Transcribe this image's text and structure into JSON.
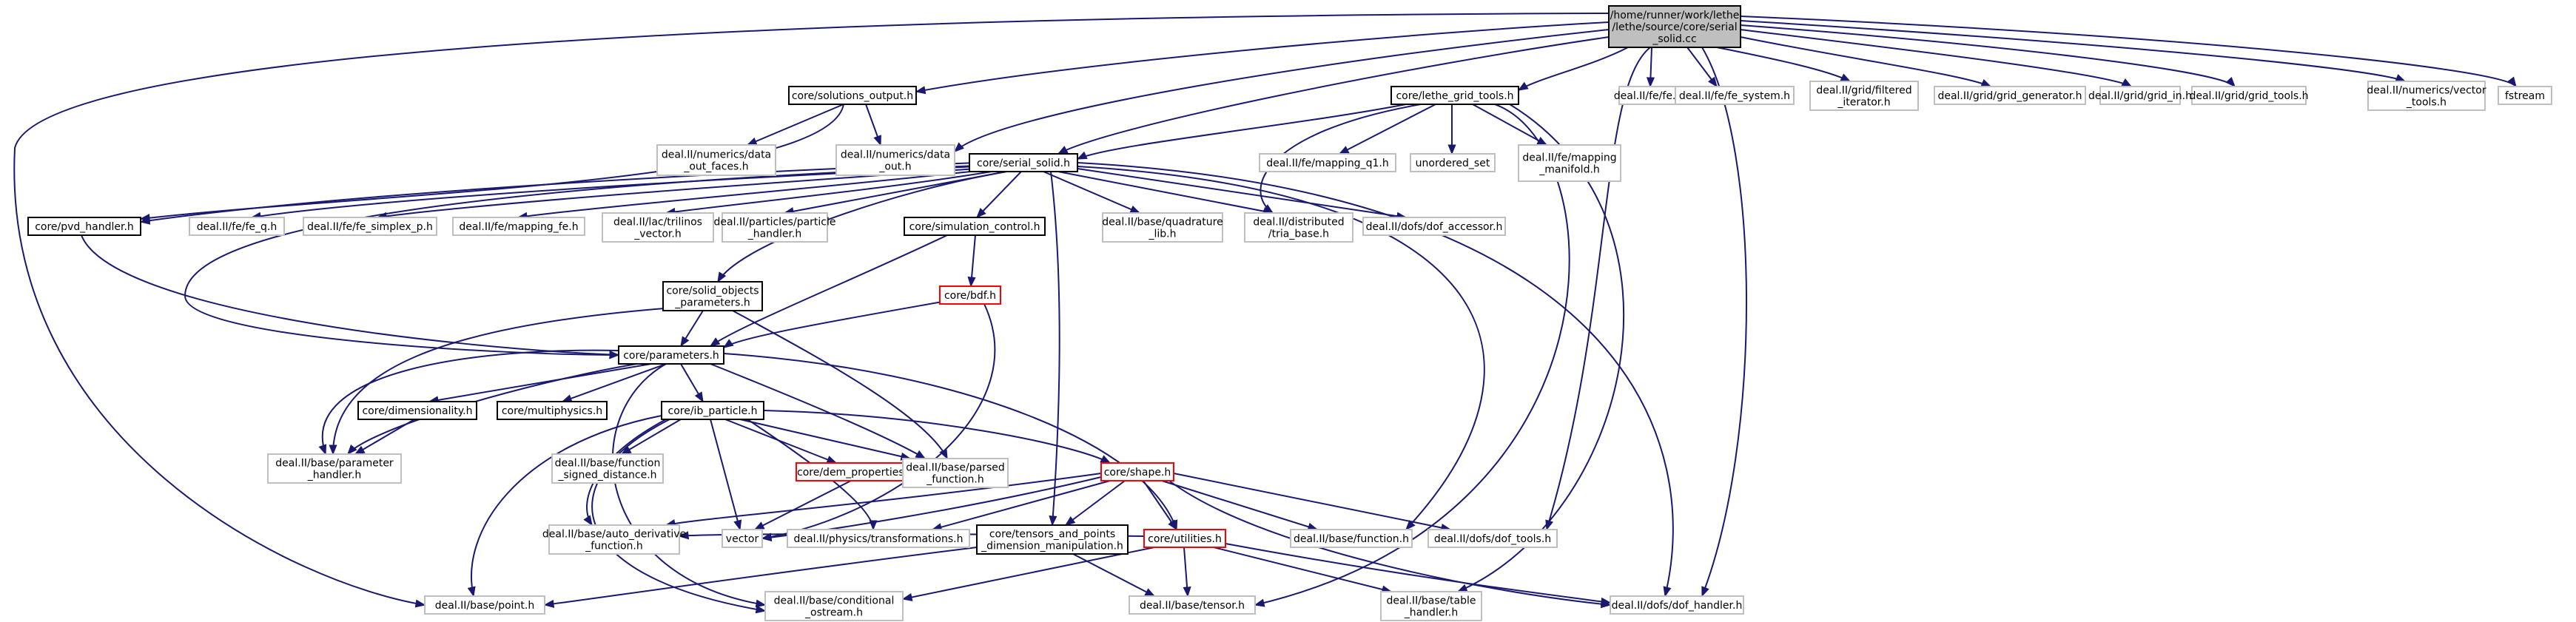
{
  "colors": {
    "edge": "#191970",
    "root_fill": "#bfbfbf",
    "header_border": "#000000",
    "missing_border": "#bfbfbf",
    "red_border": "#ff0000",
    "text": "#000000"
  },
  "nodes": [
    {
      "id": "root",
      "label": "/home/runner/work/lethe\n/lethe/source/core/serial\n_solid.cc",
      "kind": "root"
    },
    {
      "id": "solutions_output",
      "label": "core/solutions_output.h",
      "kind": "header"
    },
    {
      "id": "grid_tools",
      "label": "core/lethe_grid_tools.h",
      "kind": "header"
    },
    {
      "id": "fe_fe",
      "label": "deal.II/fe/fe.h",
      "kind": "missing"
    },
    {
      "id": "fe_system",
      "label": "deal.II/fe/fe_system.h",
      "kind": "missing"
    },
    {
      "id": "filtered_iterator",
      "label": "deal.II/grid/filtered\n_iterator.h",
      "kind": "missing"
    },
    {
      "id": "grid_generator",
      "label": "deal.II/grid/grid_generator.h",
      "kind": "missing"
    },
    {
      "id": "grid_in",
      "label": "deal.II/grid/grid_in.h",
      "kind": "missing"
    },
    {
      "id": "grid_grid_tools",
      "label": "deal.II/grid/grid_tools.h",
      "kind": "missing"
    },
    {
      "id": "vector_tools",
      "label": "deal.II/numerics/vector\n_tools.h",
      "kind": "missing"
    },
    {
      "id": "fstream",
      "label": "fstream",
      "kind": "missing"
    },
    {
      "id": "data_out_faces",
      "label": "deal.II/numerics/data\n_out_faces.h",
      "kind": "missing"
    },
    {
      "id": "data_out",
      "label": "deal.II/numerics/data\n_out.h",
      "kind": "missing"
    },
    {
      "id": "serial_solid",
      "label": "core/serial_solid.h",
      "kind": "header"
    },
    {
      "id": "mapping_q1",
      "label": "deal.II/fe/mapping_q1.h",
      "kind": "missing"
    },
    {
      "id": "unordered_set",
      "label": "unordered_set",
      "kind": "missing"
    },
    {
      "id": "mapping_manifold",
      "label": "deal.II/fe/mapping\n_manifold.h",
      "kind": "missing"
    },
    {
      "id": "pvd_handler",
      "label": "core/pvd_handler.h",
      "kind": "header"
    },
    {
      "id": "fe_q",
      "label": "deal.II/fe/fe_q.h",
      "kind": "missing"
    },
    {
      "id": "fe_simplex",
      "label": "deal.II/fe/fe_simplex_p.h",
      "kind": "missing"
    },
    {
      "id": "mapping_fe",
      "label": "deal.II/fe/mapping_fe.h",
      "kind": "missing"
    },
    {
      "id": "trilinos_vector",
      "label": "deal.II/lac/trilinos\n_vector.h",
      "kind": "missing"
    },
    {
      "id": "particle_handler",
      "label": "deal.II/particles/particle\n_handler.h",
      "kind": "missing"
    },
    {
      "id": "simulation_control",
      "label": "core/simulation_control.h",
      "kind": "header"
    },
    {
      "id": "quadrature_lib",
      "label": "deal.II/base/quadrature\n_lib.h",
      "kind": "missing"
    },
    {
      "id": "tria_base",
      "label": "deal.II/distributed\n/tria_base.h",
      "kind": "missing"
    },
    {
      "id": "dof_accessor",
      "label": "deal.II/dofs/dof_accessor.h",
      "kind": "missing"
    },
    {
      "id": "solid_objects",
      "label": "core/solid_objects\n_parameters.h",
      "kind": "header"
    },
    {
      "id": "bdf",
      "label": "core/bdf.h",
      "kind": "red"
    },
    {
      "id": "parameters",
      "label": "core/parameters.h",
      "kind": "header"
    },
    {
      "id": "dimensionality",
      "label": "core/dimensionality.h",
      "kind": "header"
    },
    {
      "id": "multiphysics",
      "label": "core/multiphysics.h",
      "kind": "header"
    },
    {
      "id": "ib_particle",
      "label": "core/ib_particle.h",
      "kind": "header"
    },
    {
      "id": "parameter_handler",
      "label": "deal.II/base/parameter\n_handler.h",
      "kind": "missing"
    },
    {
      "id": "function_signed",
      "label": "deal.II/base/function\n_signed_distance.h",
      "kind": "missing"
    },
    {
      "id": "dem_properties",
      "label": "core/dem_properties.h",
      "kind": "red"
    },
    {
      "id": "parsed_function",
      "label": "deal.II/base/parsed\n_function.h",
      "kind": "missing"
    },
    {
      "id": "shape",
      "label": "core/shape.h",
      "kind": "red"
    },
    {
      "id": "auto_derivative",
      "label": "deal.II/base/auto_derivative\n_function.h",
      "kind": "missing"
    },
    {
      "id": "vector",
      "label": "vector",
      "kind": "missing"
    },
    {
      "id": "transformations",
      "label": "deal.II/physics/transformations.h",
      "kind": "missing"
    },
    {
      "id": "tensors_points",
      "label": "core/tensors_and_points\n_dimension_manipulation.h",
      "kind": "header"
    },
    {
      "id": "utilities",
      "label": "core/utilities.h",
      "kind": "red"
    },
    {
      "id": "base_function",
      "label": "deal.II/base/function.h",
      "kind": "missing"
    },
    {
      "id": "dof_tools",
      "label": "deal.II/dofs/dof_tools.h",
      "kind": "missing"
    },
    {
      "id": "point",
      "label": "deal.II/base/point.h",
      "kind": "missing"
    },
    {
      "id": "conditional_ostream",
      "label": "deal.II/base/conditional\n_ostream.h",
      "kind": "missing"
    },
    {
      "id": "tensor",
      "label": "deal.II/base/tensor.h",
      "kind": "missing"
    },
    {
      "id": "table_handler",
      "label": "deal.II/base/table\n_handler.h",
      "kind": "missing"
    },
    {
      "id": "dof_handler",
      "label": "deal.II/dofs/dof_handler.h",
      "kind": "missing"
    }
  ]
}
